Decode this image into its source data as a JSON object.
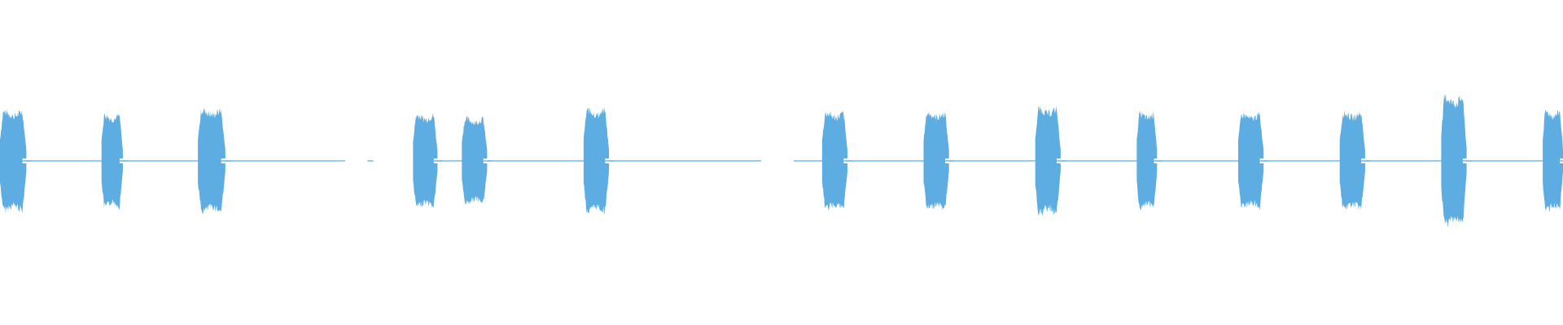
{
  "waveform": {
    "color": "#5dade2",
    "background": "#ffffff",
    "amplitude_scale": 1.0,
    "segments": [
      {
        "start_s": 0.0,
        "end_s": 3.4,
        "bursts": [
          {
            "start_s": 0.0,
            "end_s": 0.26,
            "peak": 0.6
          },
          {
            "start_s": 1.0,
            "end_s": 1.21,
            "peak": 0.55
          },
          {
            "start_s": 1.95,
            "end_s": 2.22,
            "peak": 0.62
          }
        ]
      },
      {
        "start_s": 3.62,
        "end_s": 3.68,
        "bursts": []
      },
      {
        "start_s": 4.07,
        "end_s": 7.5,
        "bursts": [
          {
            "start_s": 4.07,
            "end_s": 4.31,
            "peak": 0.55
          },
          {
            "start_s": 4.55,
            "end_s": 4.8,
            "peak": 0.5
          },
          {
            "start_s": 5.75,
            "end_s": 6.0,
            "peak": 0.62
          }
        ]
      },
      {
        "start_s": 7.82,
        "end_s": 15.4,
        "bursts": [
          {
            "start_s": 8.1,
            "end_s": 8.35,
            "peak": 0.58
          },
          {
            "start_s": 9.1,
            "end_s": 9.35,
            "peak": 0.58
          },
          {
            "start_s": 10.2,
            "end_s": 10.45,
            "peak": 0.64
          },
          {
            "start_s": 11.2,
            "end_s": 11.4,
            "peak": 0.57
          },
          {
            "start_s": 12.2,
            "end_s": 12.45,
            "peak": 0.56
          },
          {
            "start_s": 13.2,
            "end_s": 13.45,
            "peak": 0.58
          },
          {
            "start_s": 14.2,
            "end_s": 14.45,
            "peak": 0.8
          },
          {
            "start_s": 15.2,
            "end_s": 15.4,
            "peak": 0.6
          }
        ]
      }
    ],
    "duration_s": 15.4
  }
}
